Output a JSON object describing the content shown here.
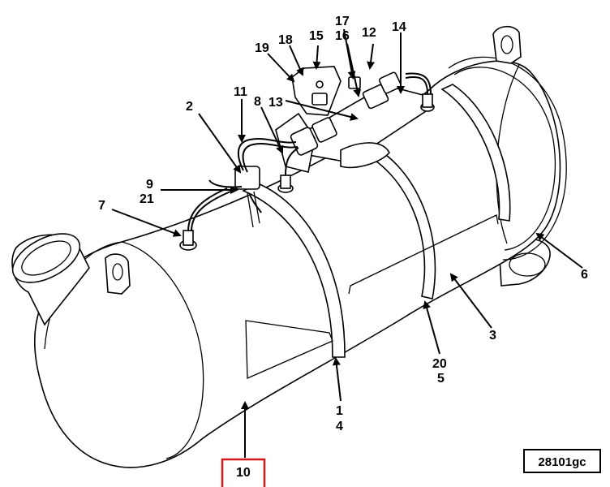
{
  "callouts": {
    "c2": "2",
    "c11": "11",
    "c8": "8",
    "c13": "13",
    "c19": "19",
    "c18": "18",
    "c15": "15",
    "c17": "17",
    "c16": "16",
    "c12": "12",
    "c14": "14",
    "c9": "9",
    "c21": "21",
    "c7": "7",
    "c6": "6",
    "c3": "3",
    "c20": "20",
    "c5": "5",
    "c1": "1",
    "c4": "4",
    "c10": "10"
  },
  "reference_label": "28101gc",
  "highlight_color": "#d9181e"
}
